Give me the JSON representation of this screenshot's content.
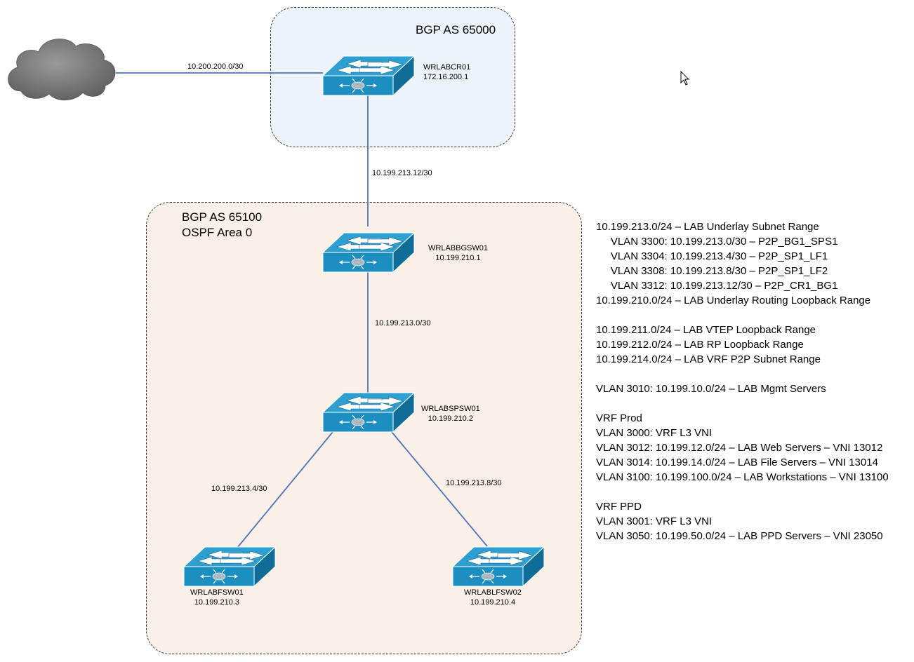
{
  "zones": {
    "core": {
      "title_line1": "BGP AS 65000"
    },
    "fabric": {
      "title_line1": "BGP AS 65100",
      "title_line2": "OSPF Area 0"
    }
  },
  "links": {
    "internet": "10.200.200.0/30",
    "cr_bg": "10.199.213.12/30",
    "bg_sp": "10.199.213.0/30",
    "sp_lf1": "10.199.213.4/30",
    "sp_lf2": "10.199.213.8/30"
  },
  "devices": {
    "cr01": {
      "name": "WRLABCR01",
      "ip": "172.16.200.1"
    },
    "bgsw": {
      "name": "WRLABBGSW01",
      "ip": "10.199.210.1"
    },
    "spsw": {
      "name": "WRLABSPSW01",
      "ip": "10.199.210.2"
    },
    "lf1": {
      "name": "WRLABFSW01",
      "ip": "10.199.210.3"
    },
    "lf2": {
      "name": "WRLABLFSW02",
      "ip": "10.199.210.4"
    }
  },
  "legend": [
    "10.199.213.0/24 – LAB Underlay Subnet Range",
    "     VLAN 3300: 10.199.213.0/30 – P2P_BG1_SPS1",
    "     VLAN 3304: 10.199.213.4/30 – P2P_SP1_LF1",
    "     VLAN 3308: 10.199.213.8/30 – P2P_SP1_LF2",
    "     VLAN 3312: 10.199.213.12/30 – P2P_CR1_BG1",
    "10.199.210.0/24 – LAB Underlay Routing Loopback Range",
    "",
    "10.199.211.0/24 – LAB VTEP Loopback Range",
    "10.199.212.0/24 – LAB RP Loopback Range",
    "10.199.214.0/24 – LAB VRF P2P Subnet Range",
    "",
    "VLAN 3010: 10.199.10.0/24 – LAB Mgmt Servers",
    "",
    "VRF Prod",
    "VLAN 3000: VRF L3 VNI",
    "VLAN 3012: 10.199.12.0/24 – LAB Web Servers – VNI 13012",
    "VLAN 3014: 10.199.14.0/24 – LAB File Servers – VNI 13014",
    "VLAN 3100: 10.199.100.0/24 – LAB Workstations – VNI 13100",
    "",
    "VRF PPD",
    "VLAN 3001: VRF L3 VNI",
    "VLAN 3050: 10.199.50.0/24 – LAB PPD Servers – VNI 23050"
  ],
  "icons": [
    "cloud-icon",
    "switch-icon",
    "mouse-cursor-icon"
  ]
}
